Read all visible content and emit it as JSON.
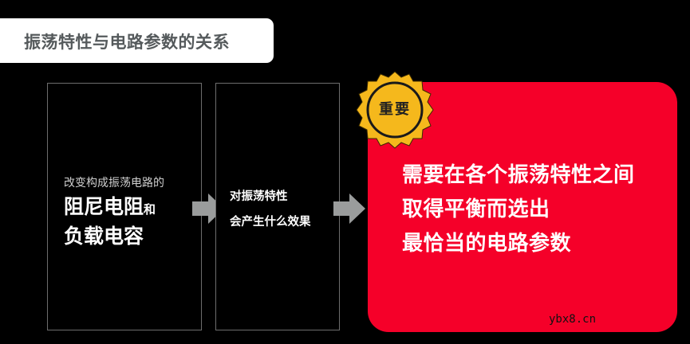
{
  "title": "振荡特性与电路参数的关系",
  "box1": {
    "intro": "改变构成振荡电路的",
    "line1_main": "阻尼电阻",
    "line1_suffix": "和",
    "line2": "负载电容"
  },
  "box2": {
    "line1": "对振荡特性",
    "line2": "会产生什么效果"
  },
  "badge": {
    "label": "重要",
    "color": "#f5b81c"
  },
  "conclusion": {
    "line1": "需要在各个振荡特性之间",
    "line2": "取得平衡而选出",
    "line3": "最恰当的电路参数",
    "color": "#f50029"
  },
  "arrows": [
    {
      "icon": "arrow-right-icon",
      "color": "#9a9c9c"
    },
    {
      "icon": "arrow-right-icon",
      "color": "#9a9c9c"
    }
  ],
  "watermark": "ybx8.cn"
}
